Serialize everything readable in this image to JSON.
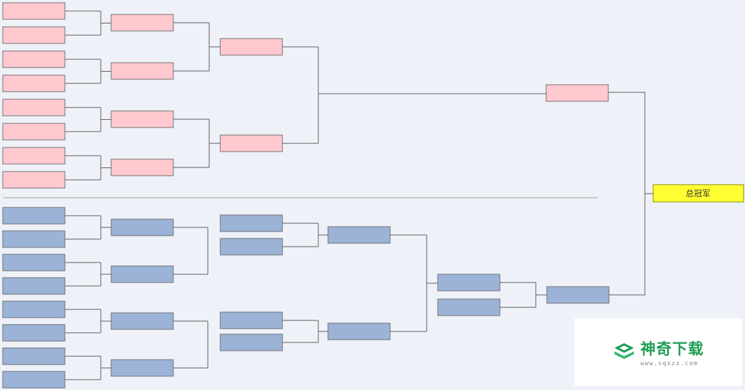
{
  "diagram": {
    "type": "tournament-bracket",
    "champion_label": "总冠军",
    "colors": {
      "upper": "#ffc9cf",
      "lower": "#9cb3d8",
      "champion": "#ffff33"
    },
    "upper_bracket": {
      "team_slots": 8,
      "rounds": 4
    },
    "lower_bracket": {
      "team_slots": 8,
      "rounds": 6
    }
  },
  "watermark": {
    "icon": "sqxzz-logo-icon",
    "title": "神奇下载",
    "url": "www.sqxzz.com"
  }
}
